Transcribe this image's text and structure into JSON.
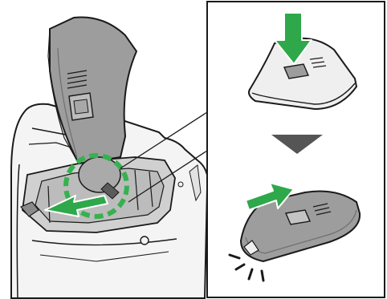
{
  "figure": {
    "kind": "battery-cover-removal-illustration",
    "colors": {
      "accent_green": "#2ea84a",
      "green_ring": "#36b14f",
      "cover_gray": "#9d9d9d",
      "cover_light": "#e6e6e6",
      "body_light": "#f4f4f4",
      "outline": "#1a1a1a",
      "step_arrow": "#555555"
    },
    "panels": [
      {
        "id": "camera-body",
        "icon": "camera-battery-chamber-open"
      },
      {
        "id": "step-1",
        "icon": "cover-press-down"
      },
      {
        "id": "step-2",
        "icon": "cover-slide-out"
      }
    ]
  }
}
